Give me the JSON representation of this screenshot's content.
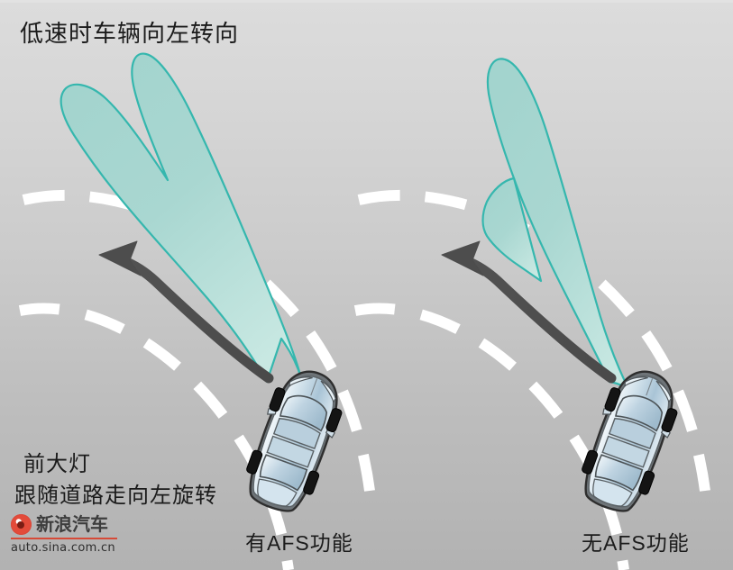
{
  "title": "低速时车辆向左转向",
  "annotations": {
    "headlight_note_line1": "前大灯",
    "headlight_note_line2": "跟随道路走向左旋转"
  },
  "captions": {
    "left": "有AFS功能",
    "right": "无AFS功能"
  },
  "watermark": {
    "brand": "新浪汽车",
    "url": "auto.sina.com.cn",
    "badge_icon": "sina-flame-icon"
  },
  "colors": {
    "background_top": "#dcdcdc",
    "background_bottom": "#b2b2b2",
    "beam_fill": "#a6d6d0",
    "beam_fill_light": "#bfe3dd",
    "beam_stroke": "#35b7ae",
    "arrow": "#4d4d4d",
    "lane_marking": "#ffffff",
    "car_body_light": "#dcebf3",
    "car_body_mid": "#aec6d8",
    "car_outline": "#3a3a3a",
    "tire": "#1a1a1a",
    "text": "#1b1b1b",
    "watermark_red": "#d64a38"
  },
  "scenes": [
    {
      "id": "with-afs",
      "caption": "有AFS功能",
      "beam_type": "swiveled-two-lobe",
      "beam_description": "光束随弯道向左偏转，呈双叶形",
      "car_heading_deg": 200,
      "arrow_direction": "left-curve"
    },
    {
      "id": "without-afs",
      "caption": "无AFS功能",
      "beam_type": "straight-single-lobe",
      "beam_description": "光束笔直向前，未随弯道偏转",
      "car_heading_deg": 200,
      "arrow_direction": "left-curve"
    }
  ]
}
